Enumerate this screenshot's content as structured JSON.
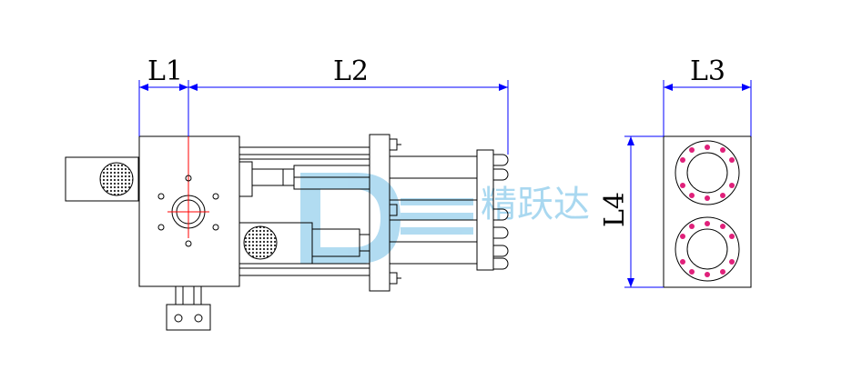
{
  "dimensions": {
    "l1": "L1",
    "l2": "L2",
    "l3": "L3",
    "l4": "L4"
  },
  "watermark": {
    "text": "精跃达",
    "color": "#a9d8f0"
  },
  "colors": {
    "outline": "#000000",
    "dimension": "#0000ff",
    "centerline": "#ff0000",
    "bolt_marker": "#e0207a"
  }
}
